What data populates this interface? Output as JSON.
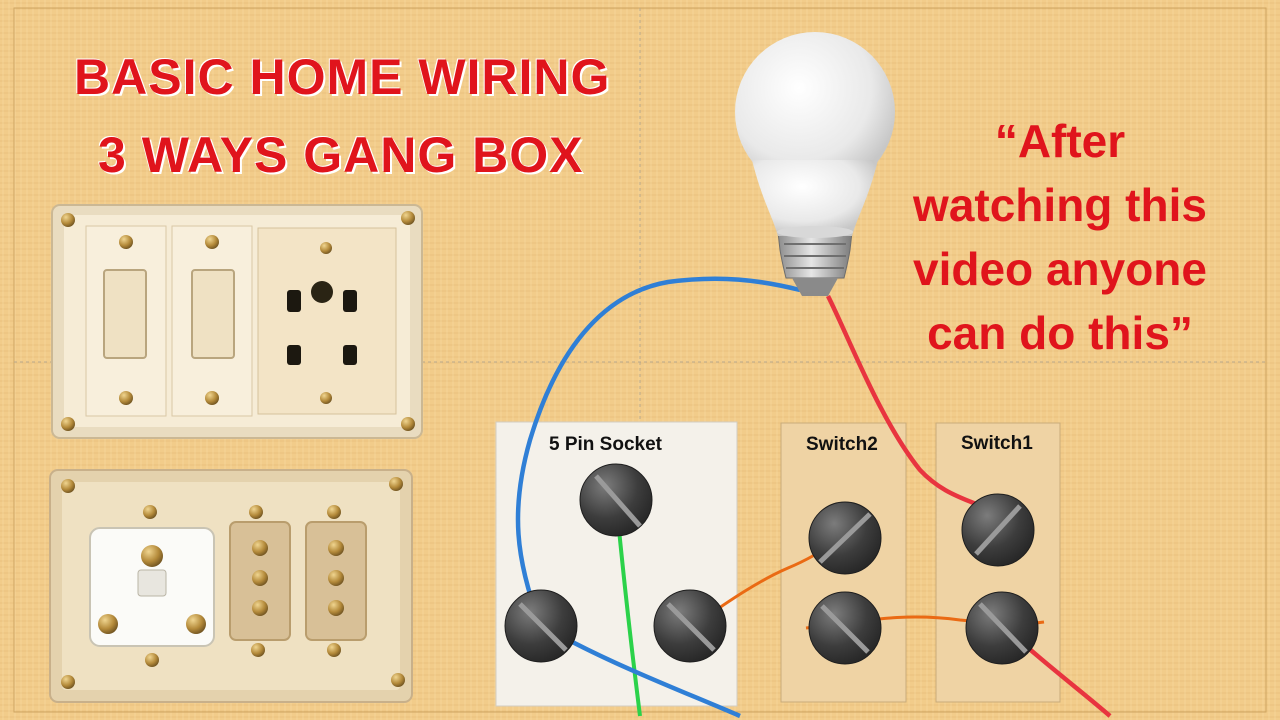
{
  "headline": {
    "line1": "BASIC HOME WIRING",
    "line2": "3 WAYS GANG BOX"
  },
  "tagline": {
    "line1": "“After",
    "line2": "watching this",
    "line3": "video anyone",
    "line4": "can do this”"
  },
  "panels": {
    "socket": "5 Pin Socket",
    "switch2": "Switch2",
    "switch1": "Switch1"
  },
  "colors": {
    "title": "#e0141c",
    "background": "#f2cc8a",
    "wire_phase": "#e8343f",
    "wire_neutral": "#2f7fd6",
    "wire_earth": "#2bd24a",
    "wire_link": "#ea6a14",
    "socket_panel": "#f4f1ea",
    "switch_panel": "#efd3a4"
  }
}
